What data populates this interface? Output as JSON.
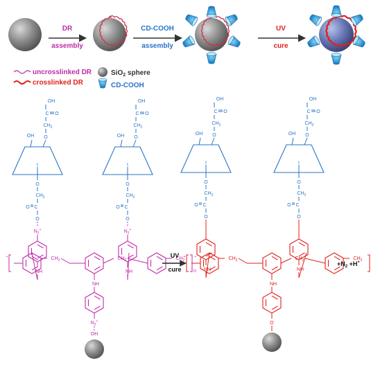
{
  "colors": {
    "magenta": "#c02aa8",
    "blue": "#2a73c8",
    "red": "#e0201b",
    "black": "#111111",
    "gray": "#8a8a8a"
  },
  "steps": [
    {
      "line1": "DR",
      "line2": "assembly",
      "color": "magenta"
    },
    {
      "line1": "CD-COOH",
      "line2": "assembly",
      "color": "blue"
    },
    {
      "line1": "UV",
      "line2": "cure",
      "color": "red"
    }
  ],
  "legend": {
    "uncrosslinked": "uncrosslinked DR",
    "crosslinked": "crosslinked DR",
    "sphere_prefix": "SiO",
    "sphere_sub": "2",
    "sphere_suffix": " sphere",
    "cd": "CD-COOH"
  },
  "chem": {
    "OH": "OH",
    "O": "O",
    "C": "C",
    "CH2": "CH",
    "sub2": "2",
    "I": "I",
    "N": "N",
    "N2plus": "N",
    "plus": "+",
    "NH": "NH",
    "n": "n",
    "uv_line1": "UV",
    "uv_line2": "cure",
    "byproducts": "+N",
    "byproducts_sub": "2",
    "byproducts_tail": " +H",
    "byproducts_sup": "+"
  },
  "icons": [
    "sio2-sphere-icon",
    "cd-cooh-cone-icon",
    "wavy-dr-line-icon",
    "reaction-arrow-icon"
  ]
}
